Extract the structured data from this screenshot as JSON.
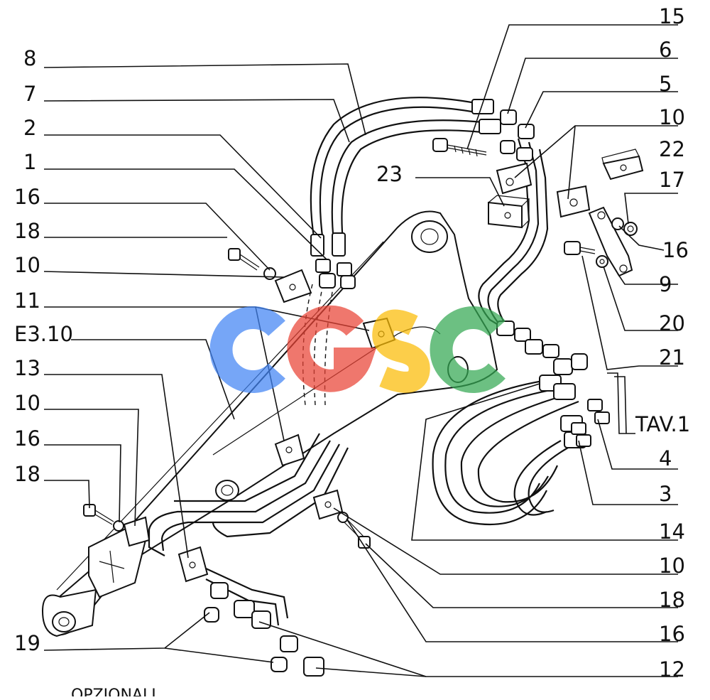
{
  "diagram": {
    "callouts": [
      {
        "id": "c-8",
        "text": "8"
      },
      {
        "id": "c-7",
        "text": "7"
      },
      {
        "id": "c-2",
        "text": "2"
      },
      {
        "id": "c-1",
        "text": "1"
      },
      {
        "id": "c-16a",
        "text": "16"
      },
      {
        "id": "c-18a",
        "text": "18"
      },
      {
        "id": "c-10a",
        "text": "10"
      },
      {
        "id": "c-11",
        "text": "11"
      },
      {
        "id": "c-e310",
        "text": "E3.10"
      },
      {
        "id": "c-13",
        "text": "13"
      },
      {
        "id": "c-10b",
        "text": "10"
      },
      {
        "id": "c-16b",
        "text": "16"
      },
      {
        "id": "c-18b",
        "text": "18"
      },
      {
        "id": "c-19",
        "text": "19"
      },
      {
        "id": "c-15",
        "text": "15"
      },
      {
        "id": "c-6",
        "text": "6"
      },
      {
        "id": "c-5",
        "text": "5"
      },
      {
        "id": "c-10c",
        "text": "10"
      },
      {
        "id": "c-22",
        "text": "22"
      },
      {
        "id": "c-23",
        "text": "23"
      },
      {
        "id": "c-17",
        "text": "17"
      },
      {
        "id": "c-16c",
        "text": "16"
      },
      {
        "id": "c-9",
        "text": "9"
      },
      {
        "id": "c-20",
        "text": "20"
      },
      {
        "id": "c-21",
        "text": "21"
      },
      {
        "id": "c-tav1",
        "text": "TAV.1"
      },
      {
        "id": "c-4",
        "text": "4"
      },
      {
        "id": "c-3",
        "text": "3"
      },
      {
        "id": "c-14",
        "text": "14"
      },
      {
        "id": "c-10d",
        "text": "10"
      },
      {
        "id": "c-18c",
        "text": "18"
      },
      {
        "id": "c-16d",
        "text": "16"
      },
      {
        "id": "c-12",
        "text": "12"
      }
    ],
    "footer_text": "OPZIONALI",
    "watermark": {
      "text": "CGSC",
      "colors": [
        "#4285F4",
        "#EA4335",
        "#FBBC05",
        "#34A853"
      ]
    }
  }
}
